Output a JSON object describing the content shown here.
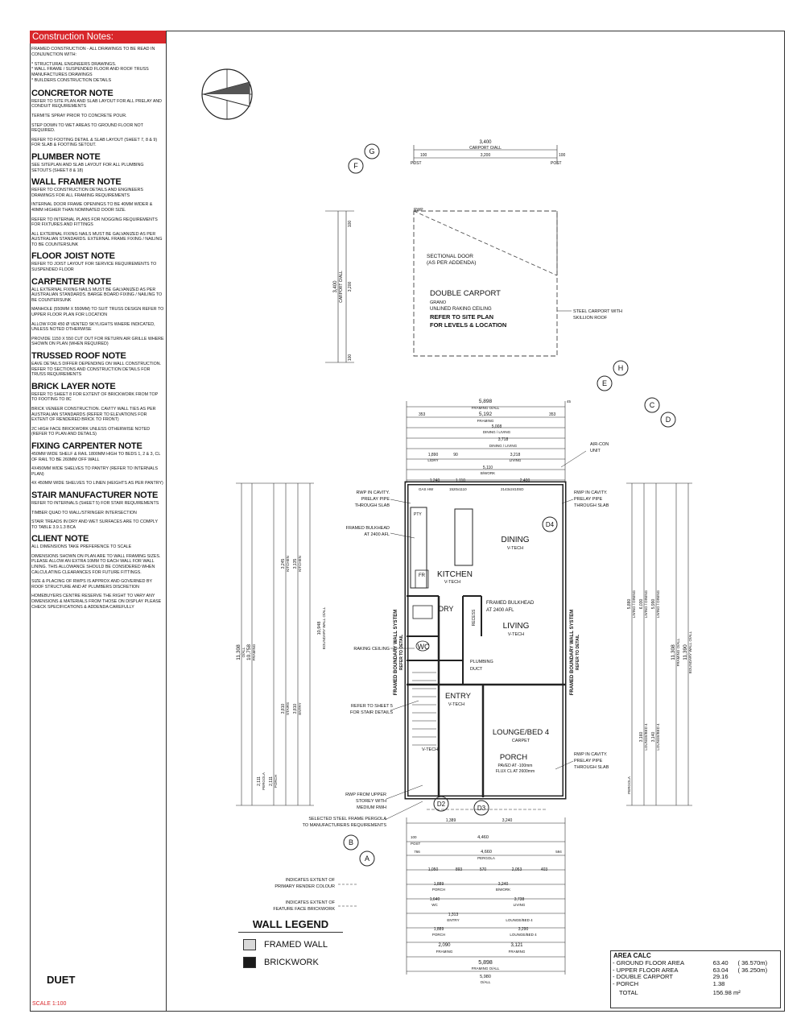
{
  "notes": {
    "header": "Construction Notes:",
    "intro": "FRAMED CONSTRUCTION - ALL DRAWINGS TO BE READ IN CONJUNCTION WITH:",
    "intro_items": [
      "* STRUCTURAL ENGINEERS DRAWINGS.",
      "* WALL FRAME / SUSPENDED FLOOR AND ROOF TRUSS MANUFACTURES DRAWINGS",
      "* BUILDERS CONSTRUCTION DETAILS"
    ],
    "sections": [
      {
        "title": "CONCRETOR NOTE",
        "lines": [
          "REFER TO SITE PLAN AND SLAB LAYOUT FOR ALL PRELAY AND CONDUIT REQUIREMENTS",
          "TERMITE SPRAY PRIOR TO CONCRETE POUR.",
          "STEP DOWN TO WET AREAS TO GROUND FLOOR NOT REQUIRED.",
          "REFER TO FOOTING DETAIL & SLAB LAYOUT (SHEET 7, 8 & 9) FOR SLAB & FOOTING SETOUT."
        ]
      },
      {
        "title": "PLUMBER NOTE",
        "lines": [
          "SEE SITEPLAN AND SLAB LAYOUT FOR ALL PLUMBING SETOUTS (SHEET 8 & 18)"
        ]
      },
      {
        "title": "WALL FRAMER NOTE",
        "lines": [
          "REFER TO CONSTRUCTION DETAILS AND ENGINEERS DRAWINGS FOR ALL FRAMING REQUIREMENTS",
          "INTERNAL DOOR FRAME OPENINGS TO BE 40mm WIDER & 40mm HIGHER THAN NOMINATED DOOR SIZE.",
          "REFER TO INTERNAL PLANS FOR NOGGING REQUIREMENTS FOR FIXTURES AND FITTINGS",
          "ALL EXTERNAL FIXING NAILS MUST BE GALVANIZED AS PER AUSTRALIAN STANDARDS. EXTERNAL FRAME FIXING / NAILING TO BE COUNTERSUNK"
        ]
      },
      {
        "title": "FLOOR JOIST NOTE",
        "lines": [
          "REFER TO JOIST LAYOUT FOR SERVICE REQUIREMENTS TO SUSPENDED FLOOR"
        ]
      },
      {
        "title": "CARPENTER NOTE",
        "lines": [
          "ALL EXTERNAL FIXING NAILS MUST BE GALVANIZED AS PER AUSTRALIAN STANDARDS. BARGE BOARD FIXING / NAILING TO BE COUNTERSUNK",
          "MANHOLE (550mm x 550mm) TO SUIT TRUSS DESIGN REFER TO UPPER FLOOR PLAN FOR LOCATION",
          "ALLOW FOR 450 Ø VENTED SKYLIGHTS WHERE INDICATED, UNLESS NOTED OTHERWISE",
          "PROVIDE 1150 x 550 CUT OUT FOR RETURN AIR GRILLE WHERE SHOWN ON PLAN (WHEN REQUIRED)"
        ]
      },
      {
        "title": "TRUSSED ROOF NOTE",
        "lines": [
          "EAVE DETAILS DIFFER DEPENDING ON WALL CONSTRUCTION. REFER TO SECTIONS AND CONSTRUCTION DETAILS FOR TRUSS REQUIREMENTS"
        ]
      },
      {
        "title": "BRICK LAYER NOTE",
        "lines": [
          "REFER TO SHEET 8 FOR EXTENT OF BRICKWORK FROM TOP TO FOOTING TO 8c",
          "BRICK VENEER CONSTRUCTION. CAVITY WALL TIES AS PER AUSTRALIAN STANDARDS (REFER TO ELEVATIONS FOR EXTENT OF RENDERED BRICK TO FRONT)",
          "2c HIGH FACE BRICKWORK UNLESS OTHERWISE NOTED (REFER TO PLAN AND DETAILS)"
        ]
      },
      {
        "title": "FIXING CARPENTER NOTE",
        "lines": [
          "450mm WIDE SHELF & RAIL 1800mm HIGH TO BEDS 1, 2 & 3, CL OF RAIL TO BE 260mm OFF WALL",
          "4x450mm WIDE SHELVES TO PANTRY (REFER TO INTERNALS PLAN)",
          "4x 450mm WIDE SHELVES TO LINEN (HEIGHTS AS PER PANTRY)"
        ]
      },
      {
        "title": "STAIR MANUFACTURER NOTE",
        "lines": [
          "REFER TO INTERNALS (SHEET 5) FOR STAIR REQUIREMENTS",
          "TIMBER QUAD TO WALL/STRINGER INTERSECTION",
          "STAIR TREADS IN DRY AND WET SURFACES ARE TO COMPLY TO TABLE 3.9.1.3 BCA"
        ]
      },
      {
        "title": "CLIENT NOTE",
        "lines": [
          "ALL DIMENSIONS TAKE PREFERENCE TO SCALE",
          "DIMENSIONS SHOWN ON PLAN ARE TO WALL FRAMING SIZES. PLEASE ALLOW AN EXTRA 10mm TO EACH WALL FOR WALL LINING. THIS ALLOWANCE SHOULD BE CONSIDERED WHEN CALCULATING CLEARANCES FOR FUTURE FITTINGS.",
          "SIZE & PLACING OF RWPs IS APPROX AND GOVERNED BY ROOF STRUCTURE AND AT PLUMBERS DISCRETION",
          "HOMEBUYERS CENTRE RESERVE THE RIGHT TO VARY ANY DIMENSIONS & MATERIALS FROM THOSE ON DISPLAY PLEASE CHECK SPECIFICATIONS & ADDENDA CAREFULLY"
        ]
      }
    ]
  },
  "footer": {
    "model": "DUET",
    "scale": "SCALE 1:100"
  },
  "carport": {
    "dim_overall": "3,400",
    "dim_overall_label": "CARPORT O/ALL",
    "dim_post_left": "100",
    "dim_inner": "3,200",
    "dim_post_right": "100",
    "post_left": "POST",
    "post_right": "POST",
    "side_dim": "3,400",
    "side_dim_label": "CARPORT O/ALL",
    "side_inner": "3,200",
    "side_post_top": "100",
    "side_post_bottom": "100",
    "rwp": "RWP",
    "door": "SECTIONAL DOOR",
    "door_sub": "(AS PER ADDENDA)",
    "title": "DOUBLE CARPORT",
    "line1": "GRANO",
    "line2": "UNLINED RAKING CEILING",
    "line3": "REFER TO SITE PLAN",
    "line4": "FOR LEVELS & LOCATION",
    "roof_note": "STEEL CARPORT WITH",
    "roof_note2": "SKILLION ROOF"
  },
  "markers": [
    "F",
    "G",
    "E",
    "H",
    "C",
    "D",
    "D4",
    "D2",
    "D3",
    "B",
    "A"
  ],
  "rooms": {
    "dining": "DINING",
    "dining_sub": "V-TECH",
    "kitchen": "KITCHEN",
    "kitchen_sub": "V-TECH",
    "living": "LIVING",
    "living_sub": "V-TECH",
    "entry": "ENTRY",
    "entry_sub": "V-TECH",
    "lounge": "LOUNGE/BED 4",
    "lounge_sub": "CARPET",
    "porch": "PORCH",
    "porch_sub1": "PAVED AT -100mm",
    "porch_sub2": "FLUX CL AT 2600mm",
    "wc": "WC",
    "dry": "DRY",
    "fr": "FR",
    "recess": "RECESS",
    "ptv": "PTY",
    "ldry": "L/DRY",
    "vtech": "V-TECH"
  },
  "annotations": {
    "aircon": "AIR-CON",
    "aircon2": "UNIT",
    "rwp_left": "RWP IN CAVITY.",
    "rwp_left2": "PRELAY PIPE",
    "rwp_left3": "THROUGH SLAB",
    "rwp_right": "RWP IN CAVITY.",
    "rwp_right2": "PRELAY PIPE",
    "rwp_right3": "THROUGH SLAB",
    "bulkhead1": "FRAMED BULKHEAD",
    "bulkhead1b": "AT 2400 AFL",
    "bulkhead2": "FRAMED BULKHEAD",
    "bulkhead2b": "AT 2400 AFL",
    "raking": "RAKING CEILING",
    "plumbing": "PLUMBING",
    "plumbing2": "DUCT",
    "stair": "REFER TO SHEET 5",
    "stair2": "FOR STAIR DETAILS",
    "rwp_porch": "RWP IN CAVITY.",
    "rwp_porch2": "PRELAY PIPE",
    "rwp_porch3": "THROUGH SLAB",
    "rwp_upper": "RWP FROM UPPER",
    "rwp_upper2": "STOREY WITH",
    "rwp_upper3": "MEDIUM RWH",
    "pergola": "SELECTED STEEL FRAME PERGOLA",
    "pergola2": "TO MANUFACTURERS REQUIREMENTS",
    "render": "INDICATES EXTENT OF",
    "render2": "PRIMARY RENDER COLOUR",
    "face": "INDICATES EXTENT OF",
    "face2": "FEATURE FACE BRICKWORK",
    "left_wall": "FRAMED BOUNDARY WALL SYSTEM",
    "left_wall2": "REFER TO DETAIL",
    "right_wall": "FRAMED BOUNDARY WALL SYSTEM",
    "right_wall2": "REFER TO DETAIL",
    "window1": "1520x1110",
    "window2": "2143x2410SD",
    "gas": "GAS HW"
  },
  "dims_top": {
    "framing_oall": "5,898",
    "framing_oall_l": "FRAMING O/ALL",
    "framing": "5,192",
    "framing_l": "FRAMING",
    "dining_living": "5,008",
    "dining_living_l": "DINING / LIVING",
    "r1": "3,718",
    "r1_l": "DINING / LIVING",
    "r2a": "1,890",
    "r2a_l": "L/DRY",
    "r2b": "90",
    "r2c": "3,218",
    "r2c_l": "LIVING",
    "bwork": "5,110",
    "bwork_l": "B/WORK",
    "r3a": "1,240",
    "r3b": "1,110",
    "r3c": "2,400",
    "left_a": "353",
    "left_b": "353",
    "r_end": "45"
  },
  "dims_bottom": {
    "a1": "1,389",
    "a2": "3,240",
    "b1": "4,460",
    "b1_l": "POST",
    "b0": "100",
    "c1": "4,660",
    "c1_l": "PERGOLA",
    "c0": "766",
    "c2": "594",
    "d1": "1,050",
    "d2": "893",
    "d3": "570",
    "d4": "2,053",
    "d5": "403",
    "e1": "1,889",
    "e1_l": "PORCH",
    "e2": "3,240",
    "e2_l": "B/WORK",
    "f1": "1,640",
    "f1_l": "WC",
    "f2": "3,738",
    "f2_l": "LIVING",
    "g1": "1,313",
    "g1_l": "ENTRY",
    "g2": "LOUNGE/BED 4",
    "h1": "1,889",
    "h1_l": "PORCH",
    "h2": "3,290",
    "h2_l": "LOUNGE/BED 4",
    "i1": "2,090",
    "i1_l": "FRAMING",
    "i2": "3,121",
    "i2_l": "FRAMING",
    "j1": "5,898",
    "j1_l": "FRAMING O/ALL",
    "k1": "5,980",
    "k1_l": "O/ALL"
  },
  "dims_left": {
    "o1": "11,308",
    "o1_l": "O/ALL",
    "o2": "10,758",
    "o2_l": "FRAMING",
    "o3": "10,948",
    "o3_l": "BOUNDARY WALL O/ALL",
    "k": "3,245",
    "k_l": "KITCHEN",
    "k2": "3,135",
    "k2_l": "KITCHEN",
    "s": "3,810",
    "s_l": "STAIRS",
    "s2": "3,810",
    "s2_l": "ENTRY",
    "p1": "2,111",
    "p1_l": "PORCH",
    "p2": "2,111",
    "p2_l": "PERGOLA"
  },
  "dims_right": {
    "o1": "11,308",
    "o1_l": "FRAMING O/ALL",
    "o2": "11,390",
    "o2_l": "BOUNDARY WALL O/ALL",
    "l1": "5,880",
    "l1_l": "LIVING / DINING",
    "l2": "6,030",
    "l2_l": "LIVING / DINING",
    "l3": "5,990",
    "l3_l": "LIVING / DINING",
    "b1": "3,160",
    "b1_l": "LOUNGE/BED 4",
    "b2": "3,140",
    "b2_l": "LOUNGE/BED 4",
    "pg": "PERGOLA"
  },
  "legend": {
    "title": "WALL LEGEND",
    "framed": "FRAMED WALL",
    "brick": "BRICKWORK",
    "framed_color": "#d9d9d9",
    "brick_color": "#1a1a1a"
  },
  "area": {
    "title": "AREA CALC",
    "rows": [
      {
        "label": "GROUND FLOOR AREA",
        "value": "63.40",
        "extra": "( 36.570m)"
      },
      {
        "label": "UPPER FLOOR AREA",
        "value": "63.04",
        "extra": "( 36.250m)"
      },
      {
        "label": "DOUBLE CARPORT",
        "value": "29.16",
        "extra": ""
      },
      {
        "label": "PORCH",
        "value": "1.38",
        "extra": ""
      }
    ],
    "total_label": "TOTAL",
    "total_value": "156.98 m²"
  },
  "colors": {
    "accent": "#d8262a",
    "line": "#222222"
  }
}
